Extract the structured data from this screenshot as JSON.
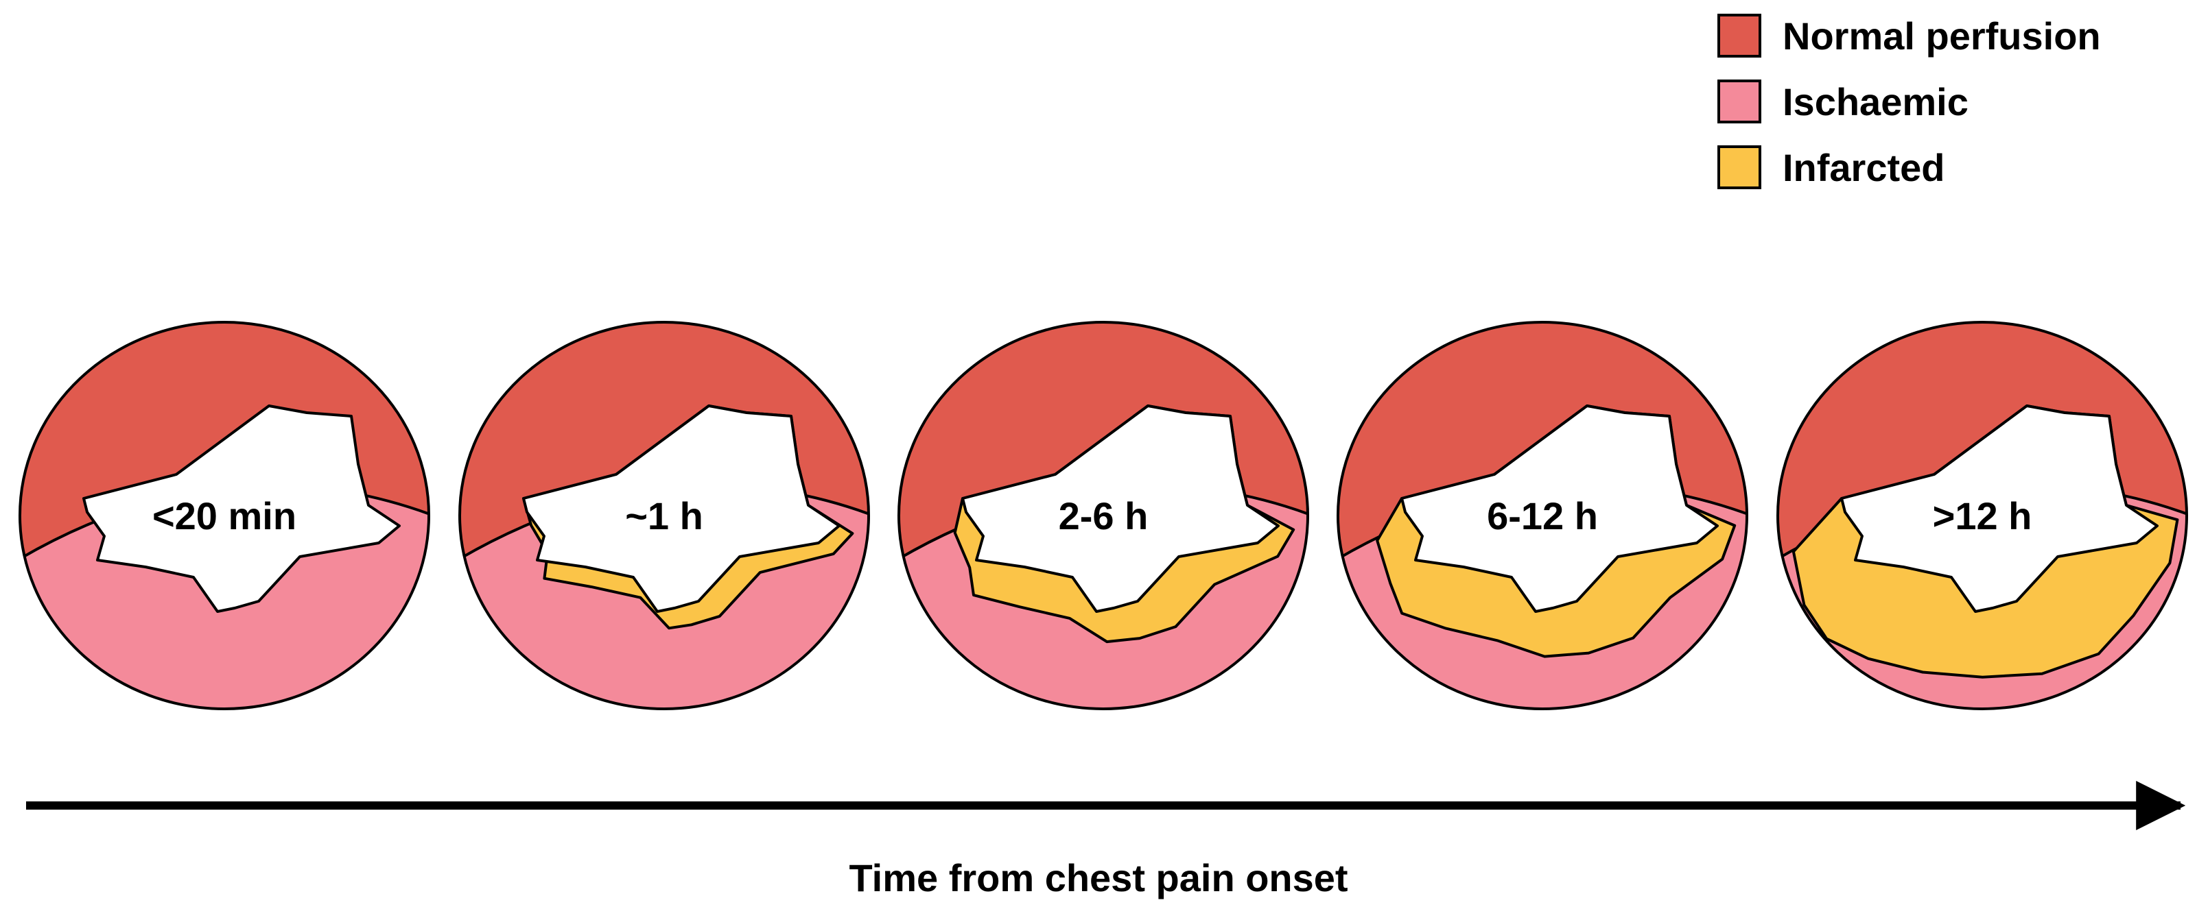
{
  "colors": {
    "normal": "#e05a4e",
    "ischaemic": "#f48a9a",
    "infarcted": "#fbc448",
    "outline": "#000000",
    "background": "#ffffff"
  },
  "legend": {
    "items": [
      {
        "key": "normal",
        "label": "Normal perfusion"
      },
      {
        "key": "ischaemic",
        "label": "Ischaemic"
      },
      {
        "key": "infarcted",
        "label": "Infarcted"
      }
    ]
  },
  "stages": [
    {
      "label": "<20 min",
      "infarct_extent": 0.0
    },
    {
      "label": "~1 h",
      "infarct_extent": 0.12
    },
    {
      "label": "2-6 h",
      "infarct_extent": 0.35
    },
    {
      "label": "6-12 h",
      "infarct_extent": 0.6
    },
    {
      "label": ">12 h",
      "infarct_extent": 0.95
    }
  ],
  "axis": {
    "label": "Time from chest pain onset"
  }
}
